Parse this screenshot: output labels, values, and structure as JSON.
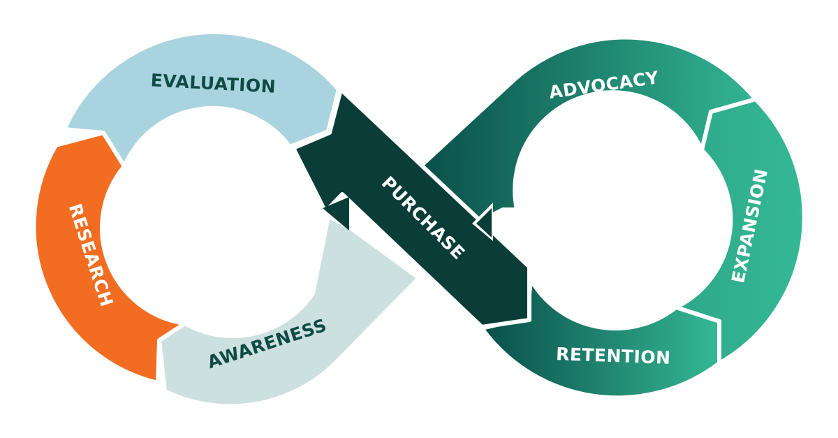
{
  "diagram": {
    "stages": {
      "evaluation": "EVALUATION",
      "research": "RESEARCH",
      "awareness": "AWARENESS",
      "purchase": "PURCHASE",
      "advocacy": "ADVOCACY",
      "expansion": "EXPANSION",
      "retention": "RETENTION"
    },
    "colors": {
      "evaluation": "#a9d4df",
      "research": "#f26d21",
      "awareness": "#cde0e0",
      "purchase": "#0a3d38",
      "advocacy_dark": "#0d5e56",
      "advocacy_light": "#30b493",
      "expansion": "#32b592",
      "retention_dark": "#0d5e56",
      "retention_light": "#35b896",
      "dark_text": "#0f4a44",
      "light_text": "#ffffff"
    }
  }
}
